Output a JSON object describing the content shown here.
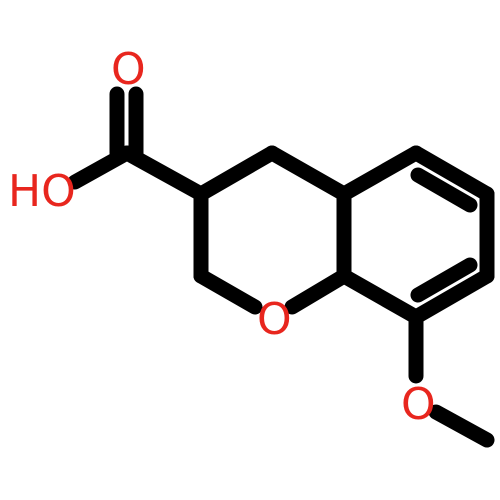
{
  "colors": {
    "bond": "#000000",
    "heteroatom": "#e8261e",
    "background": "#ffffff"
  },
  "atoms": {
    "carbonyl_oxygen": "O",
    "hydroxyl": "HO",
    "ring_oxygen": "O",
    "methoxy_oxygen": "O"
  }
}
